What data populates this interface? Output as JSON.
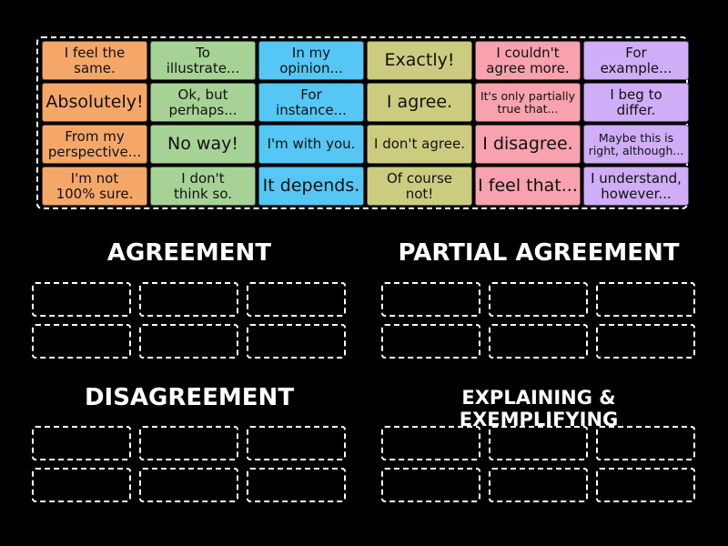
{
  "tiles": [
    {
      "text": "I feel the\nsame.",
      "color": "#f5a76a",
      "size": "m"
    },
    {
      "text": "To\nillustrate...",
      "color": "#a6d395",
      "size": "m"
    },
    {
      "text": "In my\nopinion...",
      "color": "#56c6f5",
      "size": "m"
    },
    {
      "text": "Exactly!",
      "color": "#cccc80",
      "size": "l"
    },
    {
      "text": "I couldn't\nagree more.",
      "color": "#f7a2ae",
      "size": "m"
    },
    {
      "text": "For\nexample...",
      "color": "#cfadf7",
      "size": "m"
    },
    {
      "text": "Absolutely!",
      "color": "#f5a76a",
      "size": "l"
    },
    {
      "text": "Ok, but\nperhaps...",
      "color": "#a6d395",
      "size": "m"
    },
    {
      "text": "For\ninstance...",
      "color": "#56c6f5",
      "size": "m"
    },
    {
      "text": "I agree.",
      "color": "#cccc80",
      "size": "l"
    },
    {
      "text": "It's only partially\ntrue that...",
      "color": "#f7a2ae",
      "size": "s"
    },
    {
      "text": "I beg to\ndiffer.",
      "color": "#cfadf7",
      "size": "m"
    },
    {
      "text": "From my\nperspective...",
      "color": "#f5a76a",
      "size": "m"
    },
    {
      "text": "No way!",
      "color": "#a6d395",
      "size": "l"
    },
    {
      "text": "I'm with you.",
      "color": "#56c6f5",
      "size": "m"
    },
    {
      "text": "I don't agree.",
      "color": "#cccc80",
      "size": "m"
    },
    {
      "text": "I disagree.",
      "color": "#f7a2ae",
      "size": "l"
    },
    {
      "text": "Maybe this is\nright, although...",
      "color": "#cfadf7",
      "size": "s"
    },
    {
      "text": "I'm not\n100% sure.",
      "color": "#f5a76a",
      "size": "m"
    },
    {
      "text": "I don't\nthink so.",
      "color": "#a6d395",
      "size": "m"
    },
    {
      "text": "It depends.",
      "color": "#56c6f5",
      "size": "l"
    },
    {
      "text": "Of course\nnot!",
      "color": "#cccc80",
      "size": "m"
    },
    {
      "text": "I feel that...",
      "color": "#f7a2ae",
      "size": "l"
    },
    {
      "text": "I understand,\nhowever...",
      "color": "#cfadf7",
      "size": "m"
    }
  ],
  "groups": [
    {
      "title": "AGREEMENT",
      "slot_count": 6
    },
    {
      "title": "PARTIAL AGREEMENT",
      "slot_count": 6
    },
    {
      "title": "DISAGREEMENT",
      "slot_count": 6
    },
    {
      "title": "EXPLAINING & EXEMPLIFYING",
      "slot_count": 6
    }
  ]
}
